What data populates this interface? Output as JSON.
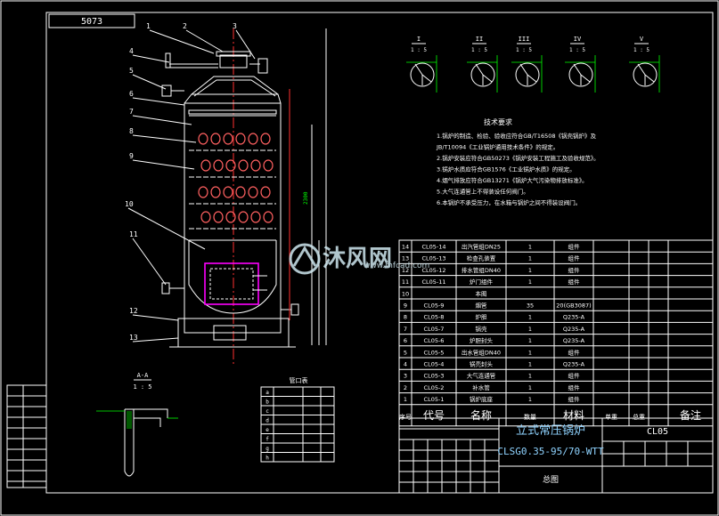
{
  "drawing_no": "5073",
  "callouts": [
    "1",
    "2",
    "3",
    "4",
    "5",
    "6",
    "7",
    "8",
    "9",
    "10",
    "11",
    "12",
    "13"
  ],
  "section_views": [
    "I",
    "II",
    "III",
    "IV",
    "V"
  ],
  "section_scale": "1 : 5",
  "aa_label": "A-A",
  "aa_scale": "1 : 5",
  "tech_notes_title": "技术要求",
  "tech_notes": [
    "1.锅炉的制造、检验、验收应符合GB/T16508《锅壳锅炉》及",
    "JB/T10094《工业锅炉通用技术条件》的规定。",
    "2.锅炉安装应符合GB50273《锅炉安装工程施工及验收规范》。",
    "3.锅炉水质应符合GB1576《工业锅炉水质》的规定。",
    "4.烟气排放应符合GB13271《锅炉大气污染物排放标准》。",
    "5.大气连通管上不得装设任何阀门。",
    "6.本锅炉不承受压力，在水箱与锅炉之间不得装设阀门。"
  ],
  "nozzle_table_title": "管口表",
  "bom": {
    "rows": [
      [
        "14",
        "CL05-14",
        "出汽管组DN25",
        "1",
        "组件",
        "",
        "",
        ""
      ],
      [
        "13",
        "CL05-13",
        "检查孔装置",
        "1",
        "组件",
        "",
        "",
        ""
      ],
      [
        "12",
        "CL05-12",
        "排水管组DN40",
        "1",
        "组件",
        "",
        "",
        ""
      ],
      [
        "11",
        "CL05-11",
        "炉门组件",
        "1",
        "组件",
        "",
        "",
        ""
      ],
      [
        "10",
        "",
        "本图",
        "",
        "",
        "",
        "",
        ""
      ],
      [
        "9",
        "CL05-9",
        "烟管",
        "35",
        "20(GB3087)",
        "",
        "",
        ""
      ],
      [
        "8",
        "CL05-8",
        "炉胆",
        "1",
        "Q235-A",
        "",
        "",
        ""
      ],
      [
        "7",
        "CL05-7",
        "锅壳",
        "1",
        "Q235-A",
        "",
        "",
        ""
      ],
      [
        "6",
        "CL05-6",
        "炉胆封头",
        "1",
        "Q235-A",
        "",
        "",
        ""
      ],
      [
        "5",
        "CL05-5",
        "出水管组DN40",
        "1",
        "组件",
        "",
        "",
        ""
      ],
      [
        "4",
        "CL05-4",
        "锅壳封头",
        "1",
        "Q235-A",
        "",
        "",
        ""
      ],
      [
        "3",
        "CL05-3",
        "大气连通管",
        "1",
        "组件",
        "",
        "",
        ""
      ],
      [
        "2",
        "CL05-2",
        "补水管",
        "1",
        "组件",
        "",
        "",
        ""
      ],
      [
        "1",
        "CL05-1",
        "锅炉底座",
        "1",
        "组件",
        "",
        "",
        ""
      ]
    ],
    "header": [
      "序号",
      "代号",
      "名称",
      "数量",
      "材料",
      "单重",
      "总重",
      "备注"
    ]
  },
  "title_block": {
    "product_name": "立式常压锅炉",
    "model": "CLSG0.35-95/70-WTT",
    "drawing_code": "CL05",
    "view_type": "总图"
  },
  "watermark": {
    "text": "沐风网",
    "url": "www.mfcad.com"
  },
  "colors": {
    "background": "#000000",
    "lines": "#ffffff",
    "centerlines": "#ff3030",
    "dimensions": "#00ff00",
    "furnace_door": "#ff00ff",
    "tube_circles": "#ff6060"
  }
}
